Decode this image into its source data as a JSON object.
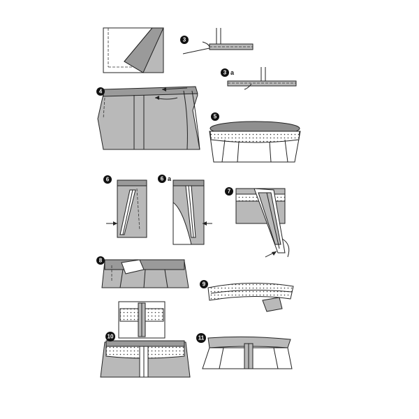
{
  "steps": [
    {
      "badge": "3",
      "suffix": ""
    },
    {
      "badge": "3",
      "suffix": "a"
    },
    {
      "badge": "4",
      "suffix": ""
    },
    {
      "badge": "5",
      "suffix": ""
    },
    {
      "badge": "6",
      "suffix": ""
    },
    {
      "badge": "6",
      "suffix": "a"
    },
    {
      "badge": "7",
      "suffix": ""
    },
    {
      "badge": "8",
      "suffix": ""
    },
    {
      "badge": "9",
      "suffix": ""
    },
    {
      "badge": "10",
      "suffix": ""
    },
    {
      "badge": "11",
      "suffix": ""
    }
  ],
  "colors": {
    "fabric": "#b9b9b9",
    "fabric_dark": "#9a9a9a",
    "lining_dots": "#333333",
    "ink": "#222222"
  }
}
